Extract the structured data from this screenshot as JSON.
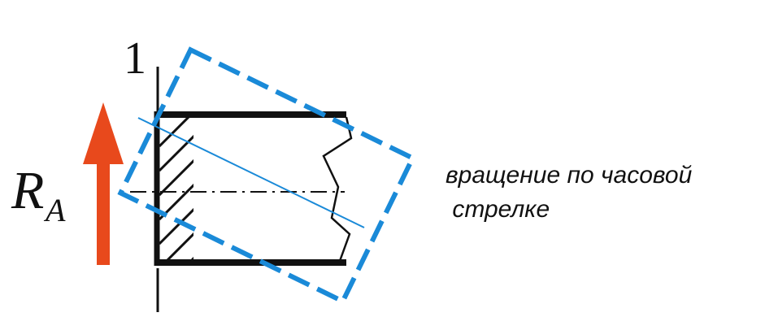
{
  "labels": {
    "section_number": "1",
    "force_symbol": "R",
    "force_subscript": "A",
    "caption_line1": "вращение по часовой",
    "caption_line2": " стрелке"
  },
  "colors": {
    "force_arrow": "#e8491c",
    "rotated_outline": "#1a8ad8",
    "beam": "#111111",
    "background": "#ffffff"
  },
  "icons": {
    "hatching": "hatch-pattern",
    "break_line": "zigzag-break-line"
  }
}
